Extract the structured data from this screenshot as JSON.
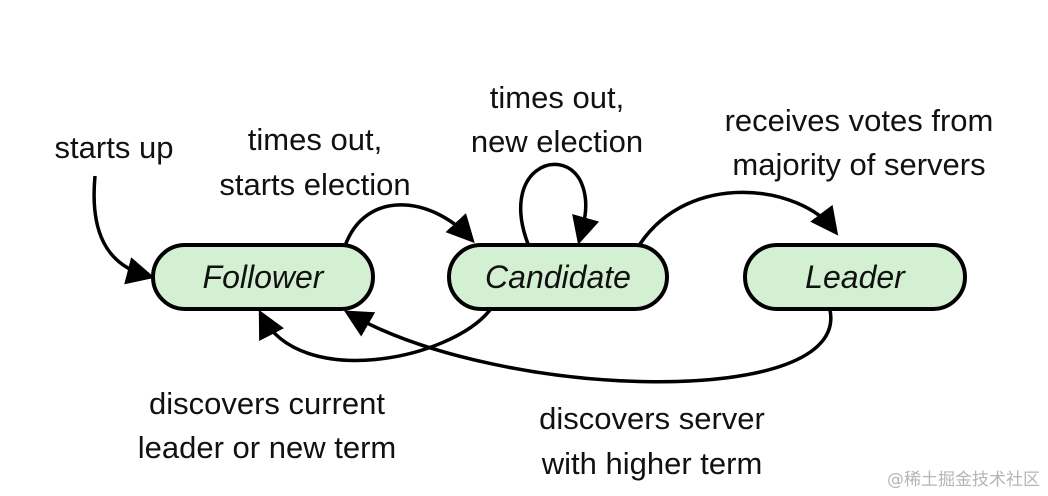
{
  "nodes": {
    "follower": "Follower",
    "candidate": "Candidate",
    "leader": "Leader"
  },
  "labels": {
    "starts_up": "starts up",
    "times_out_starts_election": [
      "times out,",
      "starts election"
    ],
    "times_out_new_election": [
      "times out,",
      "new election"
    ],
    "receives_votes": [
      "receives votes from",
      "majority of servers"
    ],
    "discovers_current_leader": [
      "discovers current",
      "leader or new term"
    ],
    "discovers_server": [
      "discovers server",
      "with higher term"
    ]
  },
  "watermark": "@稀土掘金技术社区",
  "colors": {
    "node_fill": "#d4f0d2",
    "stroke": "#000000"
  }
}
